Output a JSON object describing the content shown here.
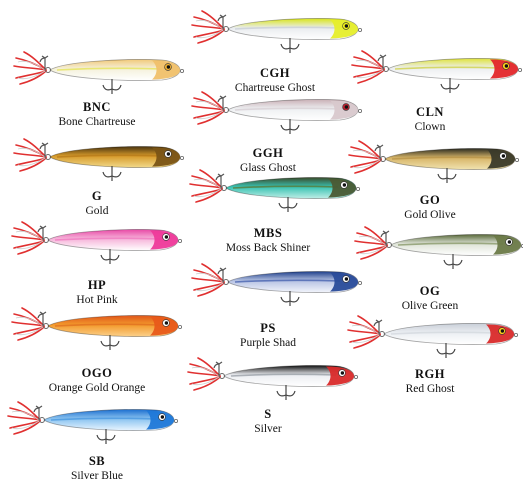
{
  "lures": [
    {
      "code": "CGH",
      "name": "Chartreuse Ghost",
      "top": "#d9e51a",
      "body": "#e9ecef",
      "belly": "#ffffff",
      "head": "#e6ee2a",
      "eye": "#f2f21a",
      "stripe": "#c9cfd6"
    },
    {
      "code": "BNC",
      "name": "Bone Chartreuse",
      "top": "#f2c97a",
      "body": "#f4f1dc",
      "belly": "#ffffff",
      "head": "#f0c06a",
      "eye": "#f0b030",
      "stripe": "#e6e45a"
    },
    {
      "code": "CLN",
      "name": "Clown",
      "top": "#dfe33a",
      "body": "#eceef0",
      "belly": "#ffffff",
      "head": "#e3262a",
      "eye": "#ffd21a",
      "stripe": "#cfd24a"
    },
    {
      "code": "GGH",
      "name": "Glass Ghost",
      "top": "#c9b0b6",
      "body": "#eef0f2",
      "belly": "#ffffff",
      "head": "#d8c8cc",
      "eye": "#c02030",
      "stripe": "#d7d0d4"
    },
    {
      "code": "G",
      "name": "Gold",
      "top": "#4a3410",
      "body": "#d69a2a",
      "belly": "#f2d98a",
      "head": "#7a5416",
      "eye": "#ffffff",
      "stripe": "#b87a1a"
    },
    {
      "code": "GO",
      "name": "Gold Olive",
      "top": "#2a2a20",
      "body": "#d7b568",
      "belly": "#f1e3b0",
      "head": "#3a3a2a",
      "eye": "#ffffff",
      "stripe": "#b89448"
    },
    {
      "code": "MBS",
      "name": "Moss Back Shiner",
      "top": "#3a4a2a",
      "body": "#39c2b2",
      "belly": "#bfeee6",
      "head": "#4b5a34",
      "eye": "#ffffff",
      "stripe": "#5a7a3a"
    },
    {
      "code": "HP",
      "name": "Hot Pink",
      "top": "#e84aa6",
      "body": "#f6b5da",
      "belly": "#ffffff",
      "head": "#ee3a9a",
      "eye": "#ffffff",
      "stripe": "#f07ac0"
    },
    {
      "code": "OG",
      "name": "Olive Green",
      "top": "#5a6a3a",
      "body": "#dfe4d8",
      "belly": "#ffffff",
      "head": "#6b7a48",
      "eye": "#ffffff",
      "stripe": "#8a9a6a"
    },
    {
      "code": "PS",
      "name": "Purple Shad",
      "top": "#1e3f8a",
      "body": "#b8c4e4",
      "belly": "#f2f4fb",
      "head": "#2a4c9a",
      "eye": "#ffffff",
      "stripe": "#4a64b0"
    },
    {
      "code": "RGH",
      "name": "Red Ghost",
      "top": "#c9cfd8",
      "body": "#eceff3",
      "belly": "#ffffff",
      "head": "#d92a2a",
      "eye": "#ffd21a",
      "stripe": "#d3d8de"
    },
    {
      "code": "OGO",
      "name": "Orange Gold Orange",
      "top": "#e0561a",
      "body": "#f39a2c",
      "belly": "#fbd08a",
      "head": "#e85a1a",
      "eye": "#ffffff",
      "stripe": "#e07020"
    },
    {
      "code": "S",
      "name": "Silver",
      "top": "#111111",
      "body": "#eceef2",
      "belly": "#ffffff",
      "head": "#d92a2a",
      "eye": "#ffffff",
      "stripe": "#9aa0a8"
    },
    {
      "code": "SB",
      "name": "Silver Blue",
      "top": "#1d6fd0",
      "body": "#8cc4f0",
      "belly": "#e8f4ff",
      "head": "#1f78d8",
      "eye": "#ffffff",
      "stripe": "#4a98e0"
    }
  ]
}
